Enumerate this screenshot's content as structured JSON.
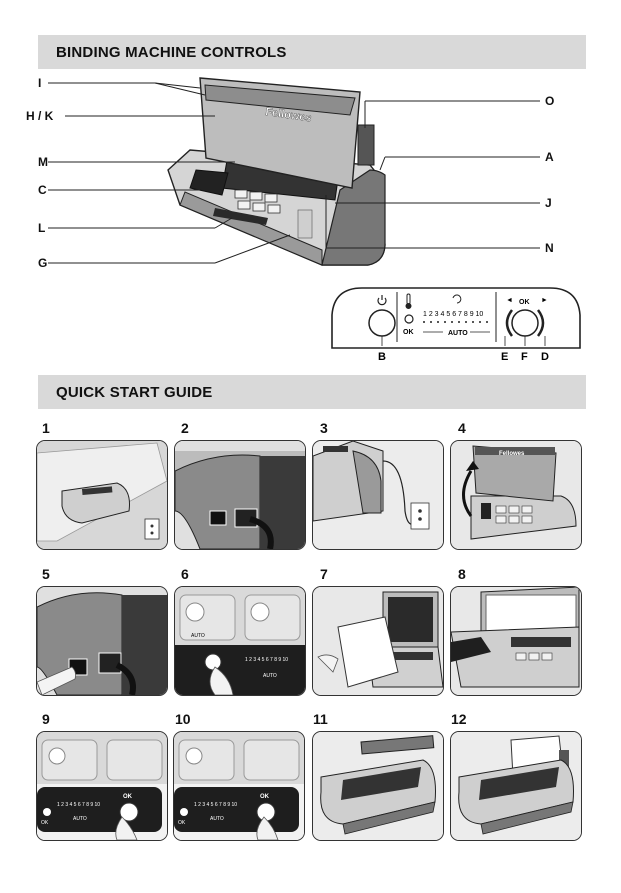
{
  "sections": {
    "controls_title": "BINDING MACHINE CONTROLS",
    "quickstart_title": "QUICK START GUIDE"
  },
  "machine": {
    "brand": "Fellowes",
    "callouts": {
      "I": "I",
      "HK": "H / K",
      "M": "M",
      "C": "C",
      "L": "L",
      "G": "G",
      "O": "O",
      "A": "A",
      "J": "J",
      "N": "N"
    }
  },
  "control_panel": {
    "ok_label": "OK",
    "scale": "1 2 3 4 5 6 7 8 9 10",
    "auto_label": "AUTO",
    "ok_right": "OK",
    "left_arrow": "◄",
    "right_arrow": "►",
    "labels": {
      "B": "B",
      "E": "E",
      "F": "F",
      "D": "D"
    }
  },
  "steps": [
    {
      "num": "1"
    },
    {
      "num": "2"
    },
    {
      "num": "3"
    },
    {
      "num": "4"
    },
    {
      "num": "5"
    },
    {
      "num": "6"
    },
    {
      "num": "7"
    },
    {
      "num": "8"
    },
    {
      "num": "9"
    },
    {
      "num": "10"
    },
    {
      "num": "11"
    },
    {
      "num": "12"
    }
  ],
  "step_text": {
    "auto": "AUTO",
    "ok": "OK",
    "scale": "1 2 3 4 5 6 7 8 9 10",
    "brand": "Fellowes"
  }
}
